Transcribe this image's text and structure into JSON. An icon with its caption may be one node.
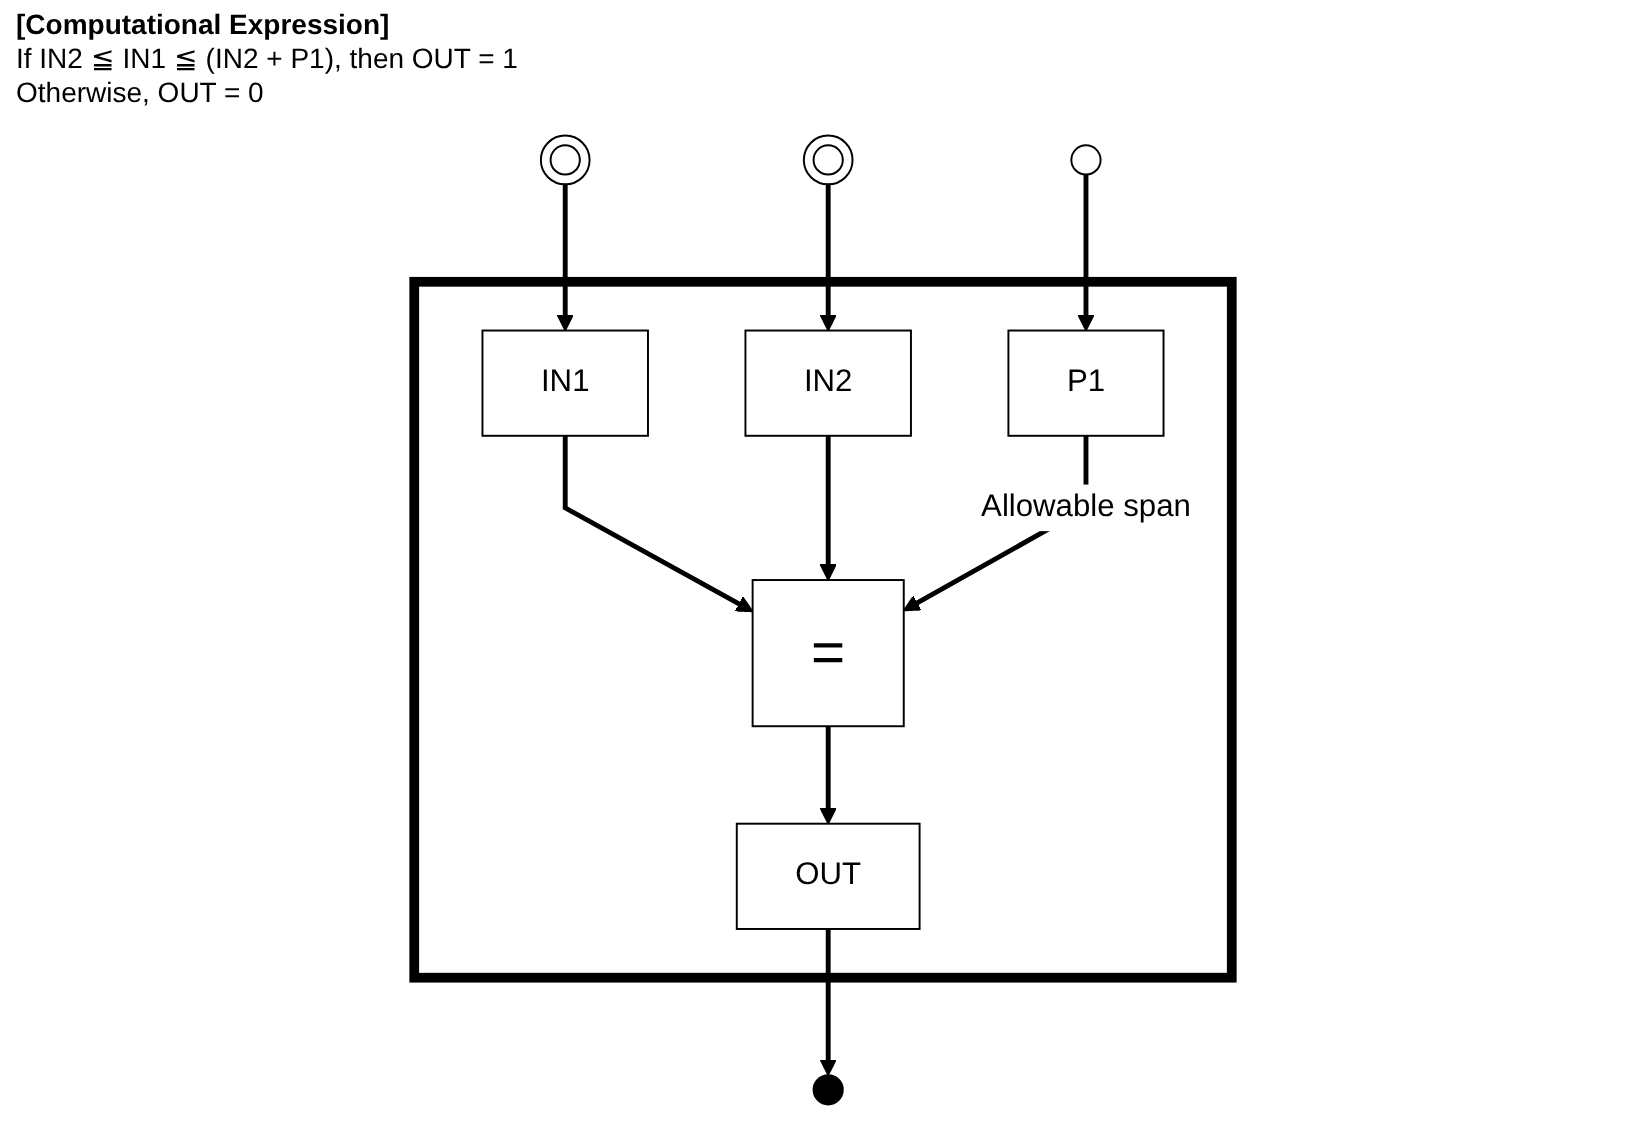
{
  "diagram": {
    "title": "[Computational Expression]",
    "nodes": [
      {
        "text": [],
        "shape": "box"
      },
      {
        "text": [],
        "shape": "circle"
      },
      {
        "text": [],
        "shape": "circle"
      },
      {
        "text": [
          "IN1"
        ],
        "in": 0
      },
      {
        "text": [
          "IN2"
        ],
        "in": 0
      },
      {
        "text": [
          "="
        ],
        "in": 0
      },
      {
        "text": [
          "P1"
        ],
        "in": 0
      },
      {
        "text": [
          "OUT"
        ],
        "in": 0
      },
      {
        "text": [],
        "shape": "circle"
      },
      {
        "text": [],
        "shape": "circle"
      }
    ],
    "edges": [
      {
        "from": 1,
        "to": 3,
        "arrow": "to"
      },
      {
        "from": 2,
        "to": 4,
        "arrow": "to"
      },
      {
        "from": 3,
        "to": 5,
        "arrow": "to"
      },
      {
        "from": 4,
        "to": 5,
        "arrow": "to"
      },
      {
        "from": 6,
        "to": 5,
        "label": "Allowable span",
        "arrow": "to"
      },
      {
        "from": 8,
        "to": 6,
        "arrow": "to"
      },
      {
        "from": 5,
        "to": 7,
        "arrow": "to"
      },
      {
        "from": 7,
        "to": 9,
        "arrow": "to"
      }
    ],
    "labels": [
      "If IN2 ≦ IN1 ≦ (IN2 + P1), then OUT = 1",
      "Otherwise, OUT = 0"
    ]
  }
}
